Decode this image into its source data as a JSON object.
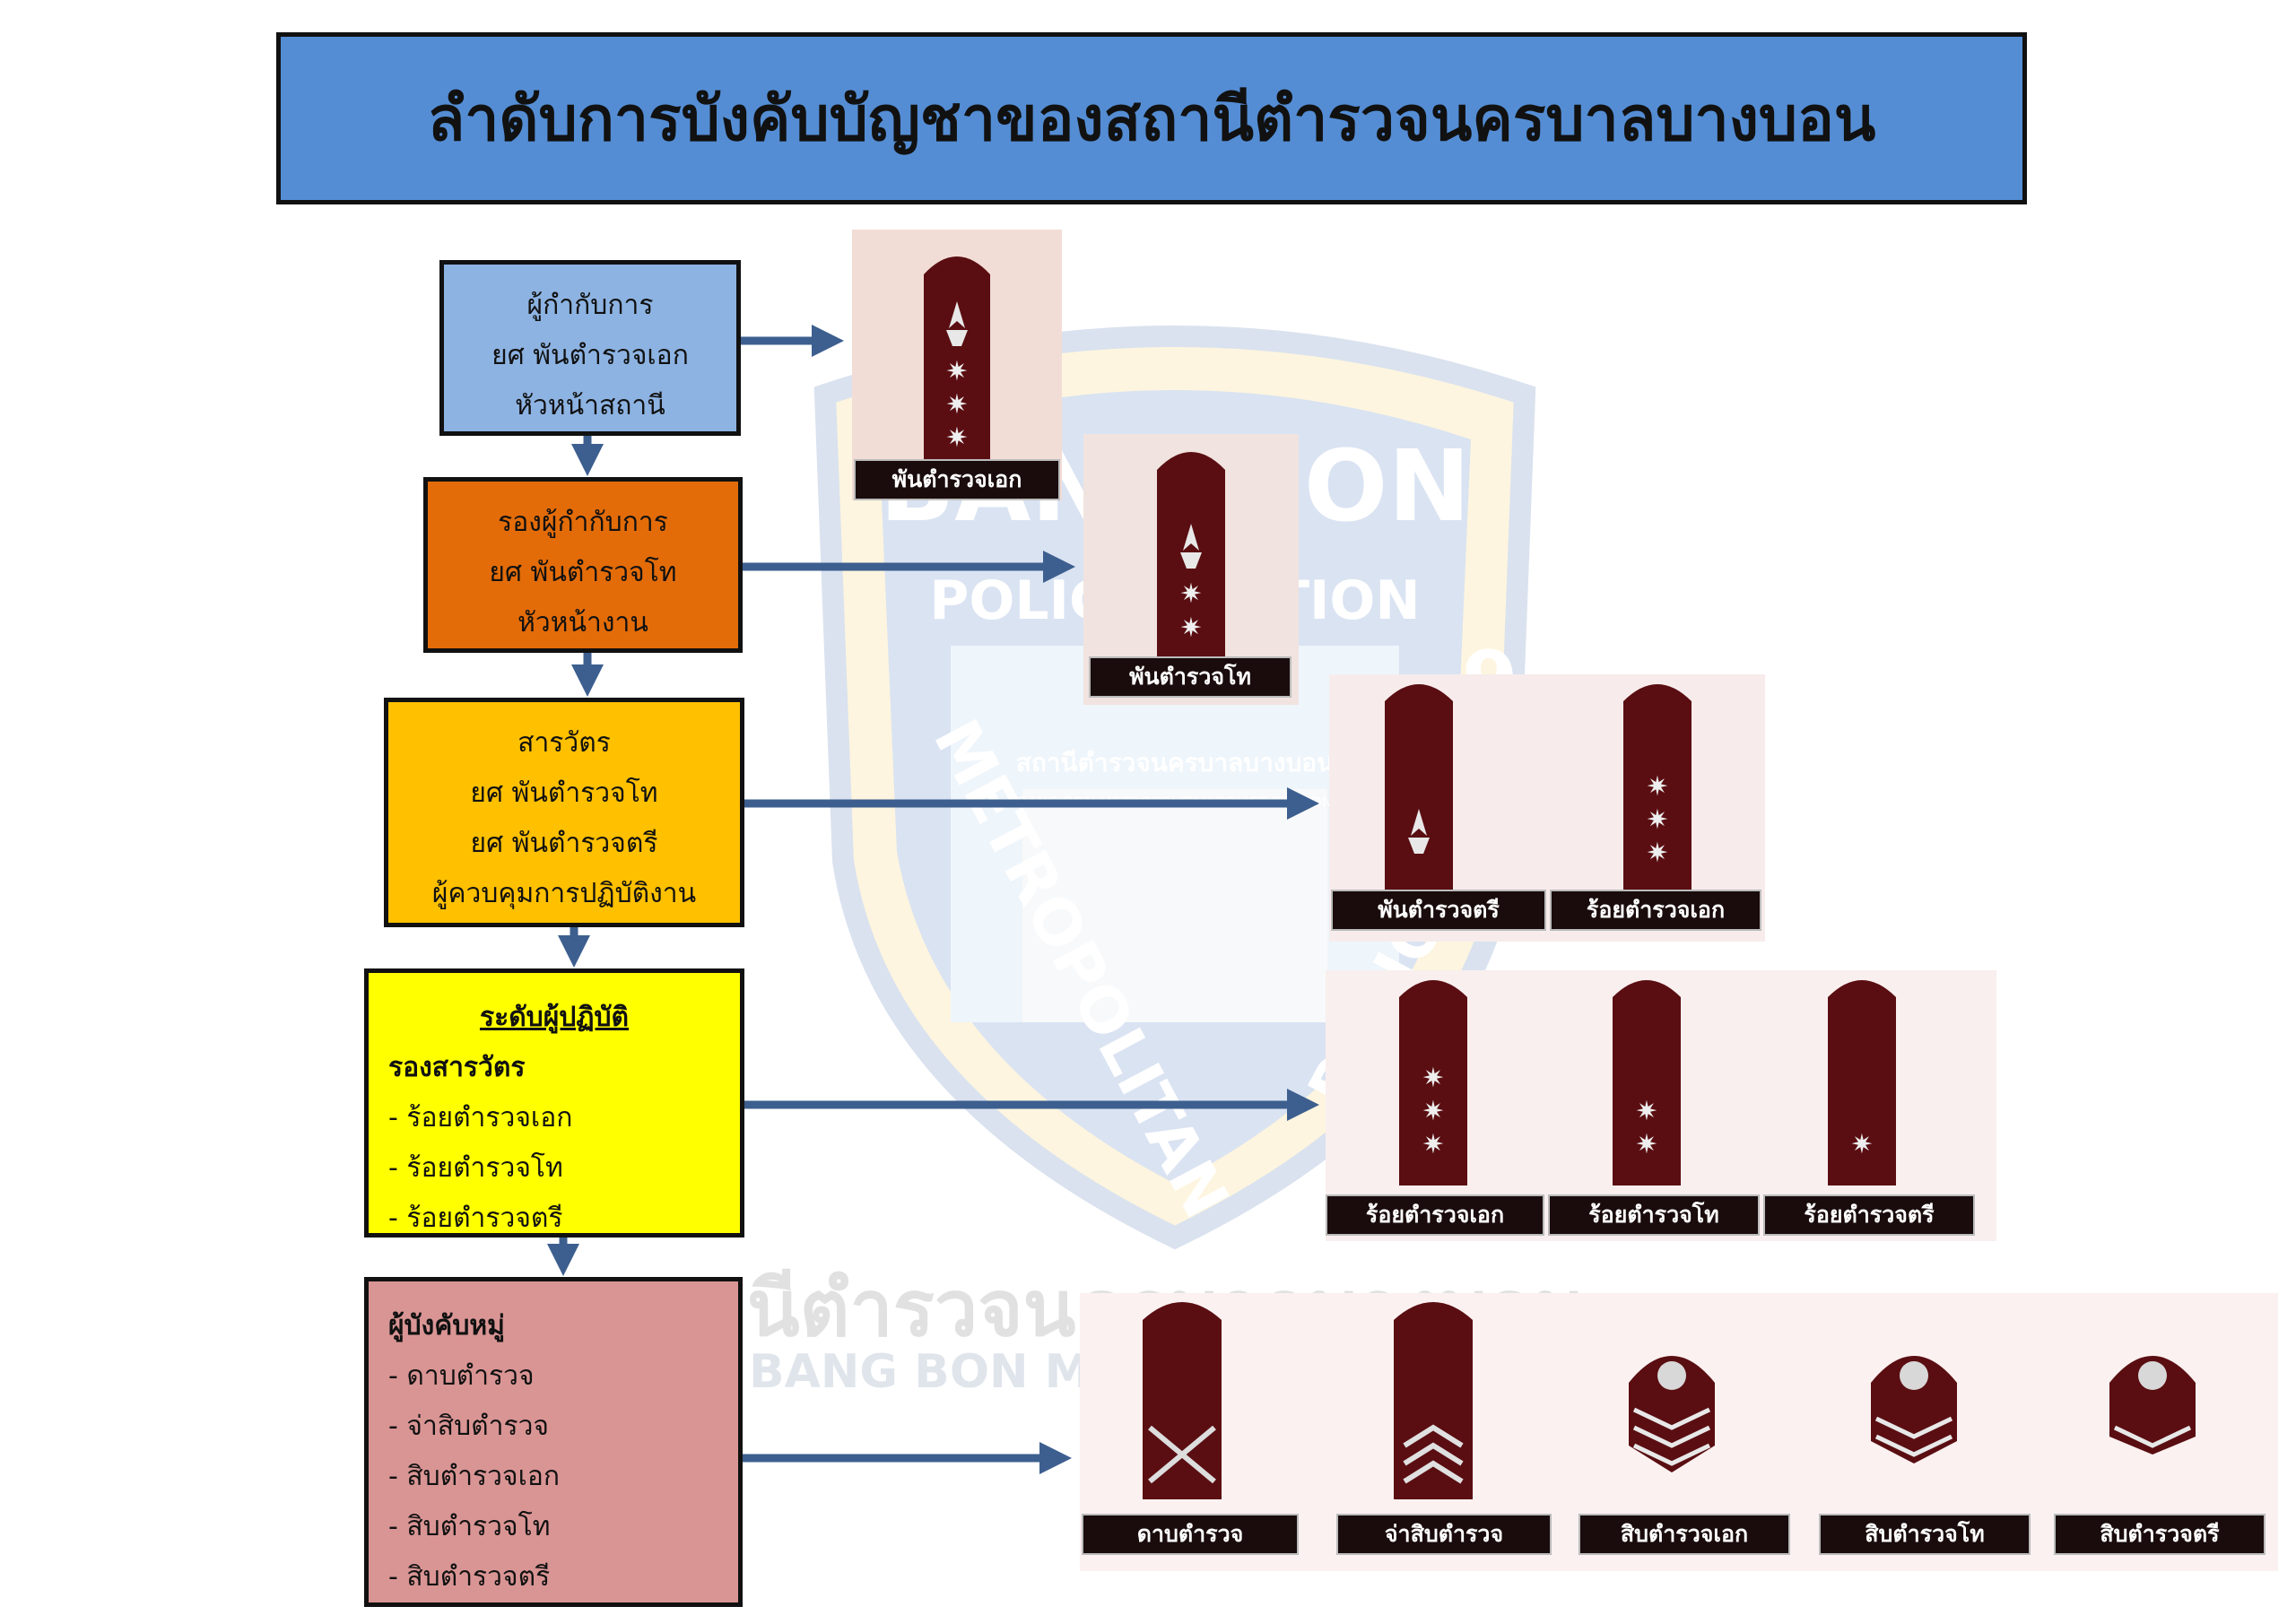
{
  "title": "ลำดับการบังคับบัญชาของสถานีตำรวจนครบาลบางบอน",
  "watermark": {
    "emblem_text_top": "BANG BON",
    "emblem_text_band": "POLICE STATION",
    "emblem_text_left": "METROPOLITAN",
    "emblem_text_right": "POLICE",
    "emblem_number": "9",
    "emblem_station_th": "สถานีตำรวจนครบาลบางบอน",
    "emblem_station_en": "BANG BON METROPOLITAN POLICE STATION",
    "big_th": "สถานีตำรวจนครบาลบางบอน",
    "big_en": "BANG BON METROPOLITAN"
  },
  "boxes": {
    "superintendent": {
      "lines": [
        "ผู้กำกับการ",
        "ยศ พันตำรวจเอก",
        "หัวหน้าสถานี"
      ],
      "color": "#8db3e2"
    },
    "deputy": {
      "lines": [
        "รองผู้กำกับการ",
        "ยศ พันตำรวจโท",
        "หัวหน้างาน"
      ],
      "color": "#e36c09"
    },
    "inspector": {
      "lines": [
        "สารวัตร",
        "ยศ พันตำรวจโท",
        "ยศ พันตำรวจตรี",
        "ผู้ควบคุมการปฏิบัติงาน"
      ],
      "color": "#ffc000"
    },
    "operational": {
      "heading": "ระดับผู้ปฏิบัติ",
      "subheading": "รองสารวัตร",
      "items": [
        "- ร้อยตำรวจเอก",
        "- ร้อยตำรวจโท",
        "- ร้อยตำรวจตรี"
      ],
      "color": "#ffff00"
    },
    "squad": {
      "heading": "ผู้บังคับหมู่",
      "items": [
        "- ดาบตำรวจ",
        "- จ่าสิบตำรวจ",
        "- สิบตำรวจเอก",
        "- สิบตำรวจโท",
        "- สิบตำรวจตรี"
      ],
      "color": "#d99594"
    }
  },
  "insignia": {
    "row1": [
      "พันตำรวจเอก"
    ],
    "row2": [
      "พันตำรวจโท"
    ],
    "row3": [
      "พันตำรวจตรี",
      "ร้อยตำรวจเอก"
    ],
    "row4": [
      "ร้อยตำรวจเอก",
      "ร้อยตำรวจโท",
      "ร้อยตำรวจตรี"
    ],
    "row5": [
      "ดาบตำรวจ",
      "จ่าสิบตำรวจ",
      "สิบตำรวจเอก",
      "สิบตำรวจโท",
      "สิบตำรวจตรี"
    ]
  },
  "colors": {
    "title_bg": "#548dd4",
    "arrow": "#3d5f8f",
    "insignia": "#5a0e12"
  }
}
